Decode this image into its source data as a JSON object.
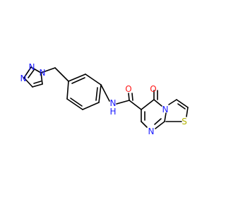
{
  "atoms": {
    "n_triazole_1": "N",
    "n_triazole_2": "N",
    "n_triazole_4": "N",
    "n_amide": "N",
    "h_amide": "H",
    "o_carbonyl": "O",
    "n_bridgehead": "N",
    "n_pyrimidine": "N",
    "s_thiazole": "S"
  },
  "colors": {
    "carbon_bond": "#000000",
    "nitrogen": "#1a1aff",
    "oxygen": "#ff1a1a",
    "sulfur": "#b3b300",
    "background": "#ffffff"
  }
}
